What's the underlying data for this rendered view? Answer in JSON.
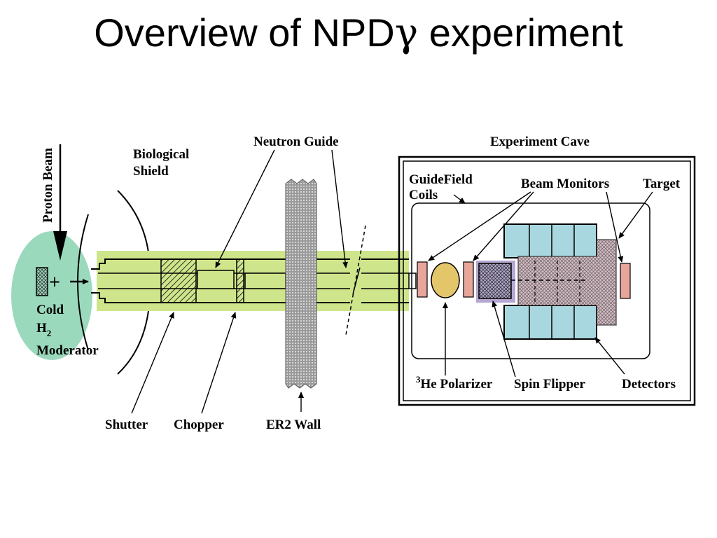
{
  "title": {
    "main": "Overview of NPD",
    "greek": "γ",
    "suffix": " experiment"
  },
  "labels": {
    "proton_beam": "Proton Beam",
    "biological_shield_1": "Biological",
    "biological_shield_2": "Shield",
    "neutron_guide": "Neutron Guide",
    "experiment_cave": "Experiment Cave",
    "guide_field_1": "GuideField",
    "guide_field_2": "Coils",
    "beam_monitors": "Beam Monitors",
    "target": "Target",
    "cold": "Cold",
    "h2_base": "H",
    "h2_sub": "2",
    "moderator": "Moderator",
    "plus": "+",
    "he_sup": "3",
    "he_polarizer": "He Polarizer",
    "spin_flipper": "Spin Flipper",
    "detectors": "Detectors",
    "shutter": "Shutter",
    "chopper": "Chopper",
    "er2_wall": "ER2 Wall"
  },
  "colors": {
    "moderator_fill": "#9bd9bd",
    "beam_band": "#cfe58c",
    "detector_fill": "#a9d7df",
    "monitor_fill": "#e8a59b",
    "polarizer_fill": "#e3c56a",
    "target_fill": "#d7bfc7",
    "spin_flipper_fill": "#b4a8d2",
    "wall_fill": "#8a8a8a"
  }
}
